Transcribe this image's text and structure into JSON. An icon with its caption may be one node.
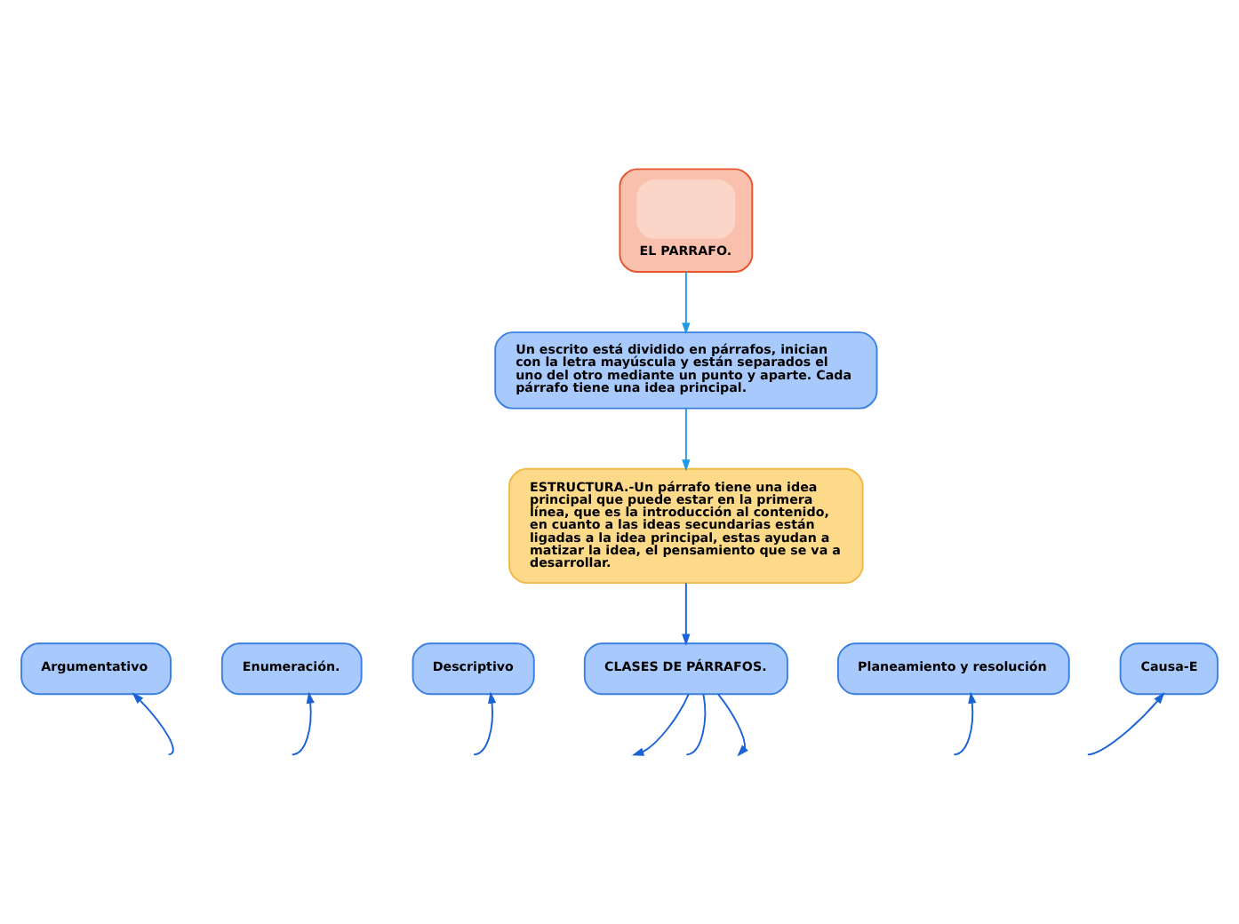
{
  "diagram": {
    "nodes": [
      {
        "text": [
          "EL PARRAFO."
        ]
      },
      {
        "text": [
          "Un escrito está dividido en párrafos, inician con la letra mayúscula y están separados el uno del otro mediante un punto y aparte. Cada párrafo tiene una idea principal."
        ]
      },
      {
        "text": [
          "ESTRUCTURA.-Un párrafo tiene una idea principal que puede estar en la primera línea, que es la introducción al contenido, en cuanto a las ideas secundarias están ligadas a la idea principal, estas ayudan a matizar la idea, el pensamiento que se va a desarrollar."
        ]
      },
      {
        "text": [
          "CLASES DE PÁRRAFOS."
        ]
      },
      {
        "text": [
          "Argumentativo"
        ]
      },
      {
        "text": [
          "Enumeración."
        ]
      },
      {
        "text": [
          "Descriptivo"
        ]
      },
      {
        "text": [
          "Planeamiento y resolución"
        ]
      },
      {
        "text": [
          "Causa-E"
        ]
      }
    ],
    "edges": [
      {
        "from": 0,
        "to": 1,
        "arrow": "to",
        "color": "#1e9be6"
      },
      {
        "from": 1,
        "to": 2,
        "arrow": "to",
        "color": "#1e9be6"
      },
      {
        "from": 2,
        "to": 3,
        "arrow": "to"
      },
      {
        "from": 3,
        "to": null,
        "arrow": "to"
      },
      {
        "from": 3,
        "to": null,
        "arrow": "none"
      },
      {
        "from": 3,
        "to": null,
        "arrow": "to"
      },
      {
        "from": null,
        "to": 4,
        "arrow": "to"
      },
      {
        "from": null,
        "to": 5,
        "arrow": "to"
      },
      {
        "from": null,
        "to": 6,
        "arrow": "to"
      },
      {
        "from": null,
        "to": 7,
        "arrow": "to"
      },
      {
        "from": null,
        "to": 8,
        "arrow": "to"
      }
    ]
  }
}
